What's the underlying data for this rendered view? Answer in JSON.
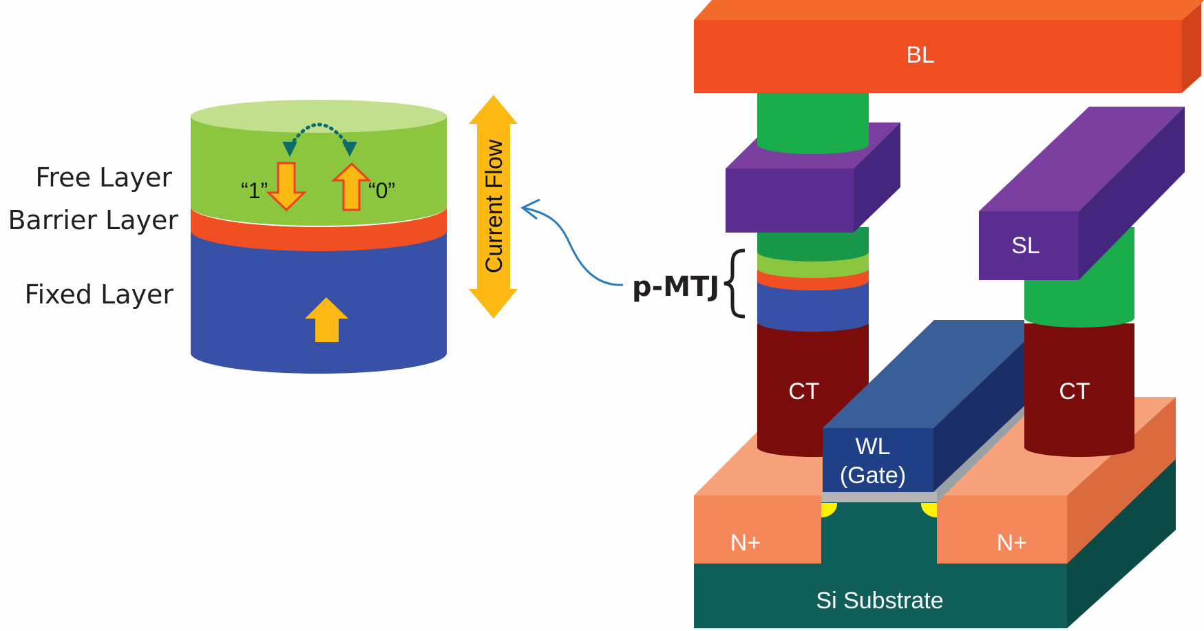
{
  "mtj_detail": {
    "labels": {
      "free_layer": "Free Layer",
      "barrier_layer": "Barrier Layer",
      "fixed_layer": "Fixed Layer"
    },
    "states": {
      "state_1": "“1”",
      "state_0": "“0”"
    },
    "current_flow": "Current Flow",
    "colors": {
      "free_layer": "#8cc63f",
      "free_layer_top": "#c2df8e",
      "barrier_layer": "#f04e23",
      "fixed_layer": "#3651a5",
      "arrow_fill": "#fdb913",
      "arrow_outline": "#ee3e23",
      "switch_arc": "#0f6a6a",
      "pointer": "#2a7bbf"
    }
  },
  "cell_structure": {
    "mtj_label": "p-MTJ",
    "bit_line": "BL",
    "source_line": "SL",
    "word_line": "WL",
    "word_line_sub": "(Gate)",
    "contact_left": "CT",
    "contact_right": "CT",
    "n_plus_left": "N+",
    "n_plus_right": "N+",
    "substrate": "Si Substrate",
    "colors": {
      "bit_line": "#f04e23",
      "source_line": "#5a2d91",
      "via": "#1aab4b",
      "contact": "#7a0c0c",
      "word_line": "#1f3f87",
      "n_plus": "#f4875a",
      "substrate": "#0f5e5a",
      "gate_oxide": "#b5b5b5",
      "junction": "#fff200"
    }
  }
}
